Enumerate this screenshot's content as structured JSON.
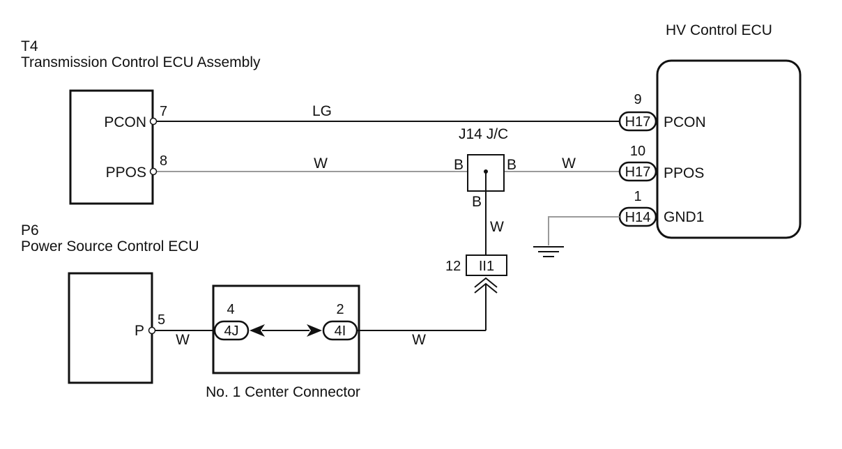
{
  "components": {
    "t4": {
      "code": "T4",
      "name": "Transmission Control ECU Assembly"
    },
    "p6": {
      "code": "P6",
      "name": "Power Source Control ECU"
    },
    "hv": {
      "name": "HV Control ECU"
    },
    "jc": {
      "name": "J14 J/C"
    },
    "center": {
      "name": "No. 1 Center Connector"
    }
  },
  "terminals": {
    "t4_pcon": {
      "label": "PCON",
      "pin": "7"
    },
    "t4_ppos": {
      "label": "PPOS",
      "pin": "8"
    },
    "p6_p": {
      "label": "P",
      "pin": "5"
    },
    "hv_pcon": {
      "label": "PCON",
      "pin": "9",
      "connector": "H17"
    },
    "hv_ppos": {
      "label": "PPOS",
      "pin": "10",
      "connector": "H17"
    },
    "hv_gnd": {
      "label": "GND1",
      "pin": "1",
      "connector": "H14"
    },
    "c4j": {
      "connector": "4J",
      "pin": "4"
    },
    "c4i": {
      "connector": "4I",
      "pin": "2"
    },
    "ii1": {
      "connector": "II1",
      "pin": "12"
    }
  },
  "wires": {
    "pcon": "LG",
    "ppos_left": "W",
    "ppos_right": "W",
    "jc_down": "W",
    "p_left": "W",
    "center_right": "W"
  },
  "junction": {
    "left": "B",
    "right": "B",
    "bottom": "B"
  }
}
